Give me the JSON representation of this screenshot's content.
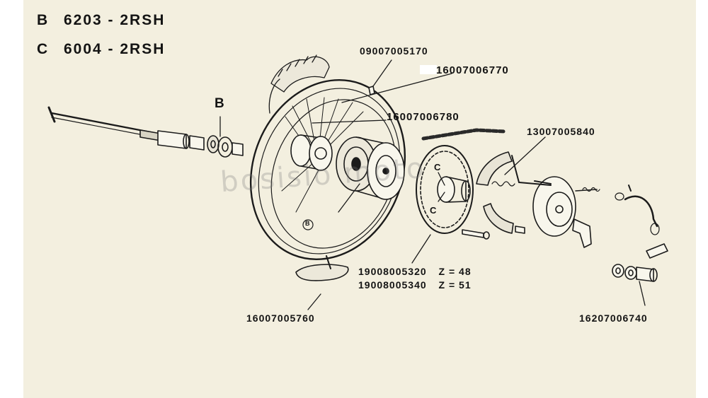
{
  "bearings": [
    {
      "code": "B",
      "spec": "6203 - 2RSH"
    },
    {
      "code": "C",
      "spec": "6004 - 2RSH"
    }
  ],
  "part_numbers": {
    "valve_cap": "09007005170",
    "rim": "16007006770",
    "spokes": "16007006780",
    "chain_guard": "13007005840",
    "sprocket_48": "19008005320",
    "sprocket_48_teeth": "Z = 48",
    "sprocket_51": "19008005340",
    "sprocket_51_teeth": "Z = 51",
    "rim_band": "16007005760",
    "spacer_nut": "16207006740"
  },
  "markers": {
    "b": "B",
    "c": "C"
  },
  "watermark": "bosisio moto"
}
